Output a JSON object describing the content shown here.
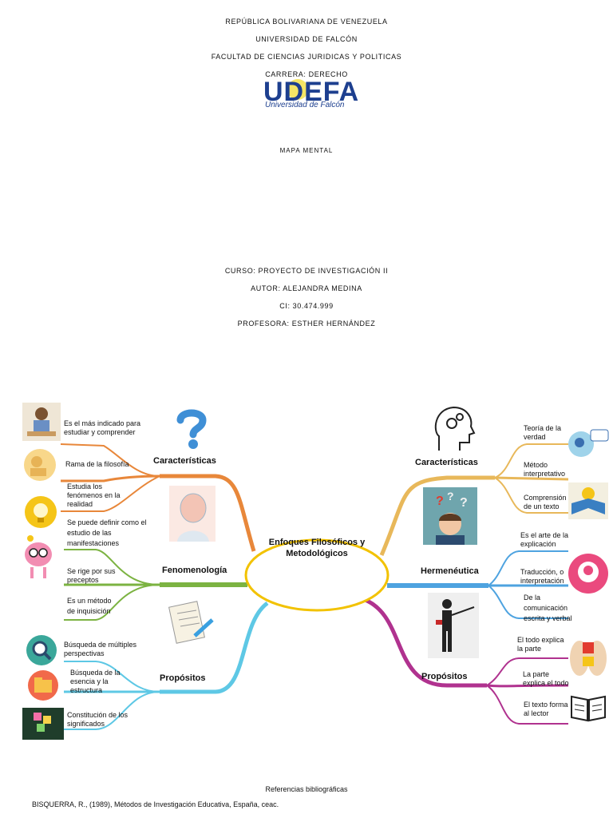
{
  "header": {
    "line1": "REPÚBLICA BOLIVARIANA DE VENEZUELA",
    "line2": "UNIVERSIDAD DE FALCÓN",
    "line3": "FACULTAD DE CIENCIAS JURIDICAS Y POLITICAS",
    "line4": "CARRERA: DERECHO",
    "logo_main": "UDEFA",
    "logo_sub": "Universidad de Falcón",
    "doc_type": "MAPA MENTAL",
    "curso": "CURSO: PROYECTO DE INVESTIGACIÓN II",
    "autor": "AUTOR: ALEJANDRA MEDINA",
    "ci": "CI: 30.474.999",
    "profesora": "PROFESORA: ESTHER HERNÁNDEZ"
  },
  "mindmap": {
    "center": "Enfoques Filosóficos y Metodológicos",
    "left": {
      "caracteristicas": {
        "label": "Características",
        "items": [
          "Es el más indicado para estudiar y comprender",
          "Rama de la filosofía",
          "Estudia los fenómenos en la realidad"
        ]
      },
      "fenomenologia": {
        "label": "Fenomenología",
        "items": [
          "Se puede definir como el estudio de las manifestaciones",
          "Se rige por sus preceptos",
          "Es un método de inquisición"
        ]
      },
      "propositos": {
        "label": "Propósitos",
        "items": [
          "Búsqueda de múltiples perspectivas",
          "Búsqueda de la esencia y la estructura",
          "Constitución de los significados"
        ]
      }
    },
    "right": {
      "caracteristicas": {
        "label": "Características",
        "items": [
          "Teoría de la verdad",
          "Método interpretativo",
          "Comprensión de un texto"
        ]
      },
      "hermeneutica": {
        "label": "Hermenéutica",
        "items": [
          "Es el arte de la explicación",
          "Traducción, o interpretación",
          "De la comunicación escrita y verbal"
        ]
      },
      "propositos": {
        "label": "Propósitos",
        "items": [
          "El todo explica la parte",
          "La parte explica el todo",
          "El texto forma al lector"
        ]
      }
    },
    "colors": {
      "orange": "#e8873a",
      "green": "#7cb342",
      "lightblue": "#5ec8e5",
      "gold": "#e8b85a",
      "blue": "#4ea3e0",
      "magenta": "#b0328f",
      "center_border": "#f2c200"
    }
  },
  "references": {
    "title": "Referencias bibliográficas",
    "entry1": "BISQUERRA, R., (1989), Métodos de Investigación Educativa, España, ceac."
  },
  "icons": {
    "question": "question-mark-character-icon",
    "head_gears": "head-gears-icon",
    "lightbulb": "lightbulb-icon",
    "brain": "brain-character-icon",
    "magnifier": "magnifier-icon",
    "folder": "folder-icon",
    "book": "open-book-icon",
    "puzzle": "puzzle-heads-icon",
    "presenter": "presenter-icon",
    "paper_pen": "paper-pen-icon"
  }
}
